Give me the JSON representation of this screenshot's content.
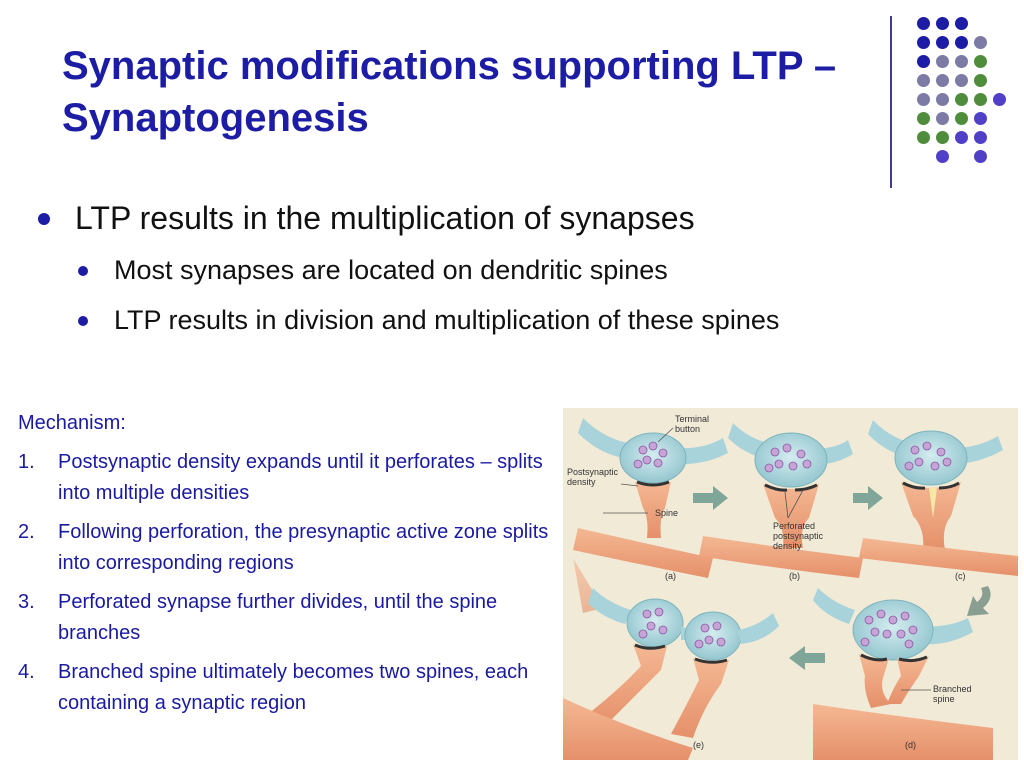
{
  "slide": {
    "title": "Synaptic modifications supporting LTP – Synaptogenesis",
    "accent_color": "#1c1ca4",
    "decor_colors": [
      "#1c1ca4",
      "#7b7ba6",
      "#4f8d3c",
      "#5040c8"
    ]
  },
  "bullets": [
    {
      "text": "LTP results in the multiplication of synapses",
      "children": [
        "Most synapses are located on dendritic spines",
        "LTP results in division and multiplication of these spines"
      ]
    }
  ],
  "mechanism": {
    "heading": "Mechanism:",
    "steps": [
      {
        "num": "1.",
        "text": "Postsynaptic density expands until it perforates – splits into multiple densities"
      },
      {
        "num": "2.",
        "text": "Following perforation, the presynaptic active zone splits into corresponding regions"
      },
      {
        "num": "3.",
        "text": "Perforated synapse further divides, until the spine branches"
      },
      {
        "num": "4.",
        "text": "Branched spine ultimately becomes two spines, each containing a synaptic region"
      }
    ]
  },
  "figure": {
    "labels": {
      "terminal_button": [
        "Terminal",
        "button"
      ],
      "postsynaptic_density": [
        "Postsynaptic",
        "density"
      ],
      "spine": "Spine",
      "perforated": [
        "Perforated",
        "postsynaptic",
        "density"
      ],
      "branched_spine": [
        "Branched",
        "spine"
      ],
      "panel_a": "(a)",
      "panel_b": "(b)",
      "panel_c": "(c)",
      "panel_d": "(d)",
      "panel_e": "(e)"
    }
  }
}
